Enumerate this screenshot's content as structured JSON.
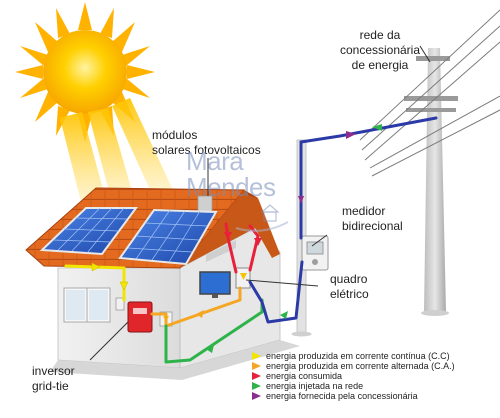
{
  "labels": {
    "rede": "rede da\nconcessionária\nde energia",
    "modulos": "módulos\nsolares fotovoltaicos",
    "medidor": "medidor\nbidirecional",
    "quadro": "quadro\nelétrico",
    "inversor": "inversor\ngrid-tie"
  },
  "watermark": {
    "line1": "Mara",
    "line2": "Mendes"
  },
  "legend": [
    {
      "text": "energia produzida em corrente contínua (C.C)",
      "color": "#f2e600"
    },
    {
      "text": "energia produzida em corrente alternada (C.A.)",
      "color": "#f5a623"
    },
    {
      "text": "energia consumida",
      "color": "#e8203a"
    },
    {
      "text": "energia injetada na rede",
      "color": "#2db34a"
    },
    {
      "text": "energia fornecida pela concessionária",
      "color": "#8b2c8e"
    }
  ],
  "colors": {
    "dc_line": "#f2e600",
    "ac_line": "#f5a623",
    "consumed_line": "#e8203a",
    "grid_line": "#2b3aa6",
    "injected_line": "#2db34a",
    "supplied_line": "#8b2c8e",
    "sun": "#ffc400",
    "roof": "#e0661f",
    "panel": "#2a5fc7"
  },
  "icons": [
    "sun-icon",
    "home-watermark-icon"
  ]
}
